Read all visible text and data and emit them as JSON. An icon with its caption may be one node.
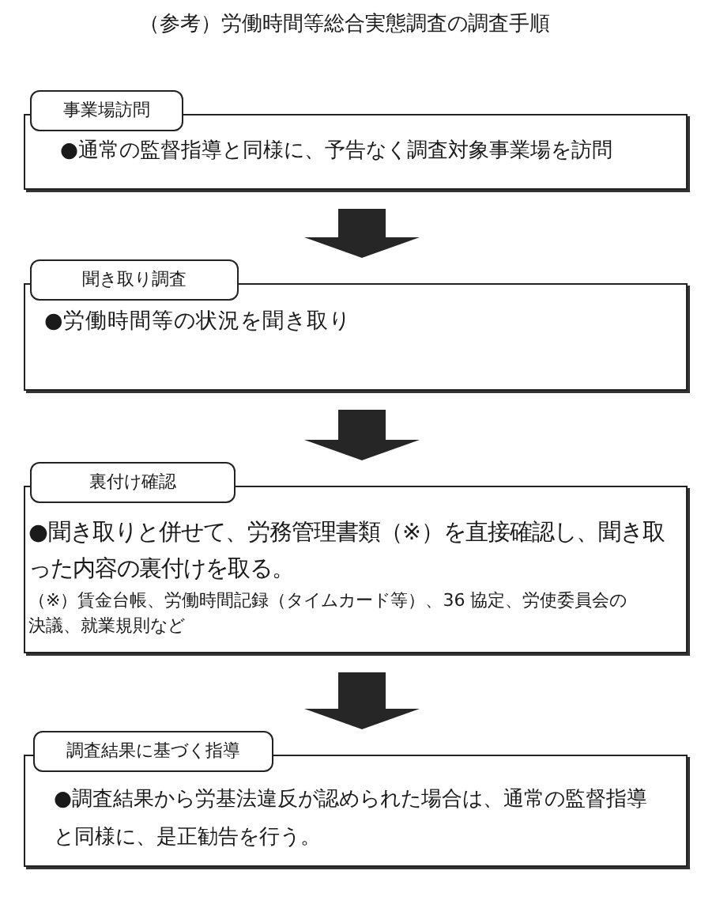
{
  "diagram": {
    "title": "（参考）労働時間等総合実態調査の調査手順",
    "nodes": [
      {
        "text": [
          "事業場訪問",
          "●通常の監督指導と同様に、予告なく調査対象事業場を訪問"
        ]
      },
      {
        "text": [
          "聞き取り調査",
          "●労働時間等の状況を聞き取り"
        ]
      },
      {
        "text": [
          "裏付け確認",
          "●聞き取りと併せて、労務管理書類（※）を直接確認し、聞き取った内容の裏付けを取る。",
          "（※）賃金台帳、労働時間記録（タイムカード等）、36 協定、労使委員会の決議、就業規則など"
        ]
      },
      {
        "text": [
          "調査結果に基づく指導",
          "●調査結果から労基法違反が認められた場合は、通常の監督指導と同様に、是正勧告を行う。"
        ]
      }
    ],
    "edges": [
      {
        "from": 0,
        "to": 1,
        "arrow": "to"
      },
      {
        "from": 1,
        "to": 2,
        "arrow": "to"
      },
      {
        "from": 2,
        "to": 3,
        "arrow": "to"
      }
    ]
  }
}
